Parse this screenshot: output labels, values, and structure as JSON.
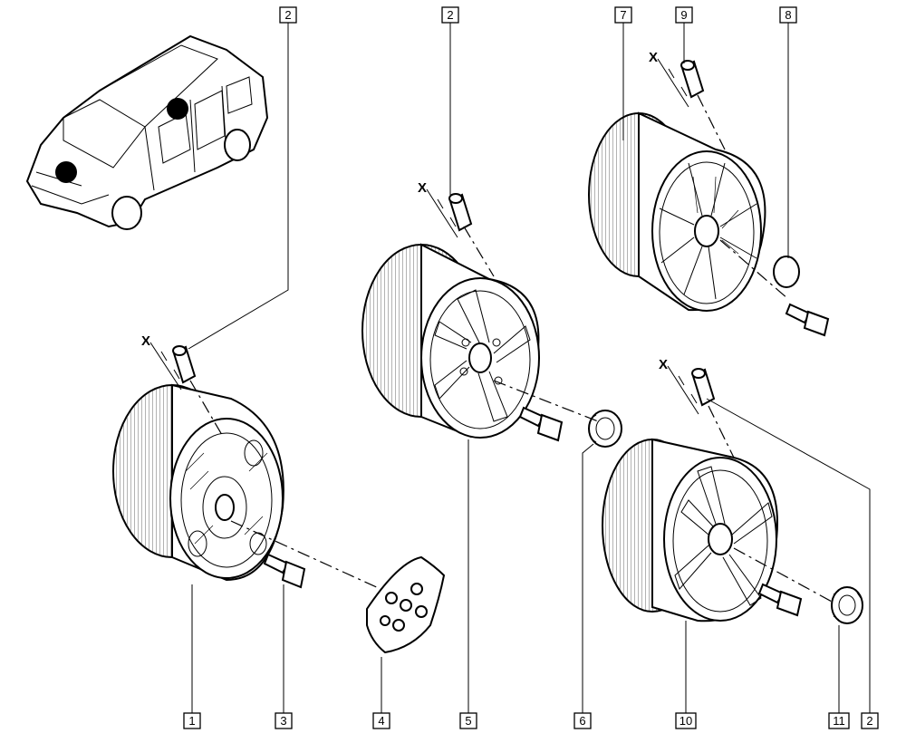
{
  "callouts": {
    "c1": "1",
    "c2a": "2",
    "c2b": "2",
    "c2c": "2",
    "c3": "3",
    "c4": "4",
    "c5": "5",
    "c6": "6",
    "c7": "7",
    "c8": "8",
    "c9": "9",
    "c10": "10",
    "c11": "11"
  },
  "dimension_marks": {
    "x1": "X",
    "x2": "X",
    "x3": "X",
    "x4": "X"
  }
}
